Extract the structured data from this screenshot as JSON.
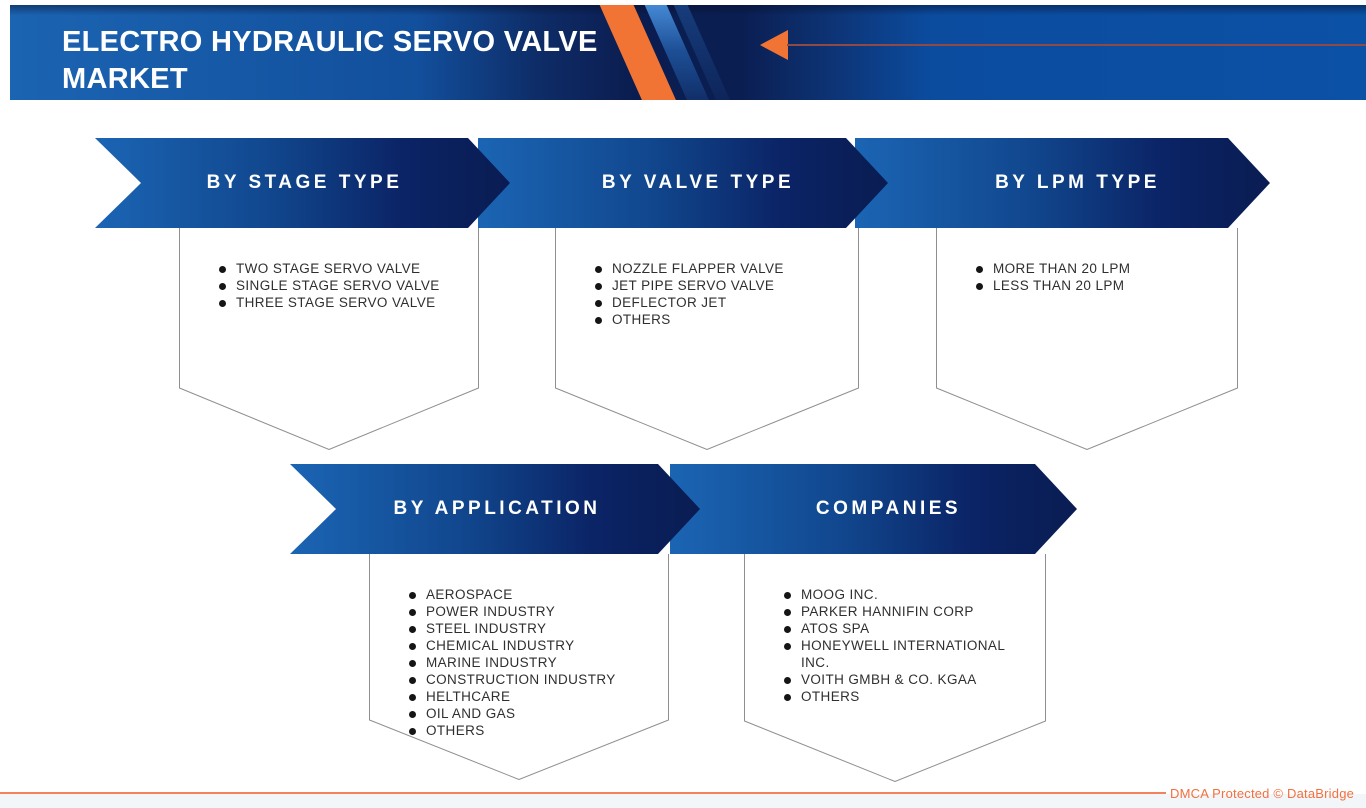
{
  "header": {
    "title": "ELECTRO HYDRAULIC SERVO VALVE MARKET"
  },
  "segments": [
    {
      "id": "by-stage-type",
      "label": "BY STAGE TYPE",
      "items": [
        "TWO STAGE SERVO VALVE",
        "SINGLE STAGE SERVO VALVE",
        "THREE STAGE SERVO VALVE"
      ]
    },
    {
      "id": "by-valve-type",
      "label": "BY VALVE TYPE",
      "items": [
        "NOZZLE FLAPPER VALVE",
        "JET PIPE SERVO VALVE",
        "DEFLECTOR JET",
        "OTHERS"
      ]
    },
    {
      "id": "by-lpm-type",
      "label": "BY LPM TYPE",
      "items": [
        "MORE THAN 20 LPM",
        "LESS THAN 20 LPM"
      ]
    },
    {
      "id": "by-application",
      "label": "BY APPLICATION",
      "items": [
        "AEROSPACE",
        "POWER INDUSTRY",
        "STEEL INDUSTRY",
        "CHEMICAL INDUSTRY",
        "MARINE INDUSTRY",
        "CONSTRUCTION INDUSTRY",
        "HELTHCARE",
        "OIL AND GAS",
        "OTHERS"
      ]
    },
    {
      "id": "companies",
      "label": "COMPANIES",
      "items": [
        "MOOG INC.",
        "PARKER HANNIFIN CORP",
        "ATOS SPA",
        "HONEYWELL INTERNATIONAL INC.",
        "VOITH GMBH & CO. KGAA",
        "OTHERS"
      ]
    }
  ],
  "footer": {
    "dmca_text": "DMCA Protected © DataBridge"
  },
  "colors": {
    "accent_orange": "#F17434",
    "ribbon_blue_light": "#1B65B4",
    "ribbon_navy_dark": "#0A1C52",
    "header_blue": "#1B64B2",
    "dmca_orange": "#F3703F",
    "panel_border_gray": "#8F8F8F"
  }
}
